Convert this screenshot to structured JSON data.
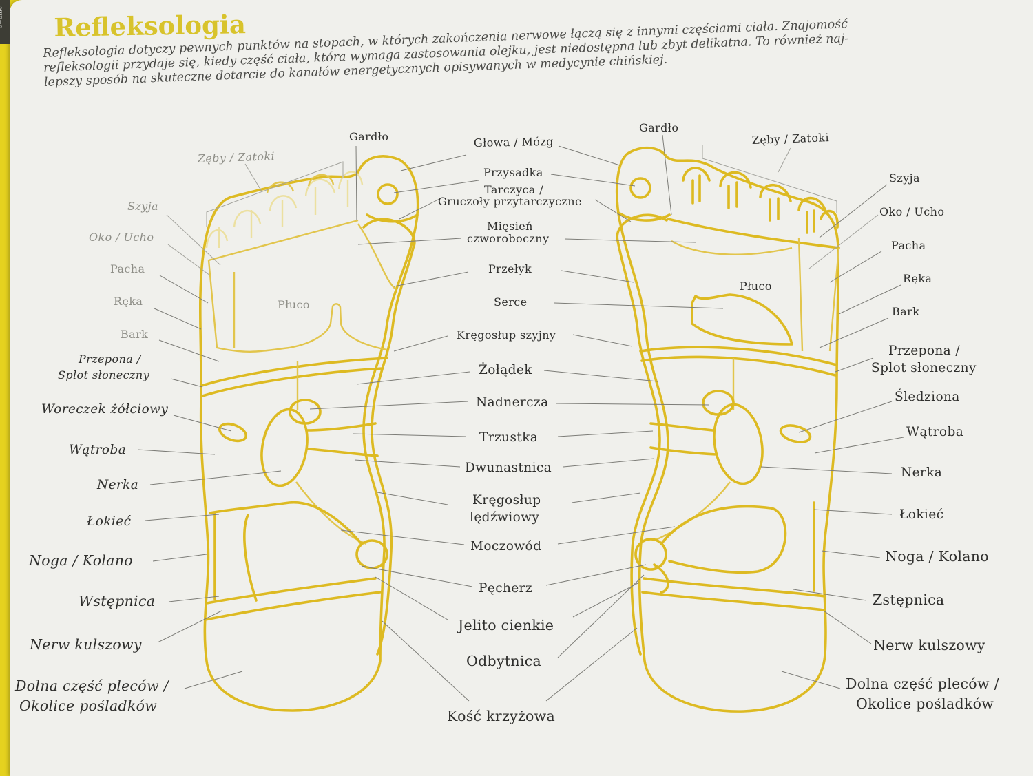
{
  "page": {
    "tab_label": "owanie",
    "title": "Refleksologia",
    "intro_lines": [
      "Refleksologia dotyczy pewnych punktów na stopach, w których zakończenia nerwowe łączą się z innymi częściami ciała. Znajomość",
      "refleksologii przydaje się, kiedy część ciała, która wymaga zastosowania olejku, jest niedostępna lub zbyt delikatna. To również naj-",
      "lepszy sposób na skuteczne dotarcie do kanałów energetycznych opisywanych w medycynie chińskiej."
    ]
  },
  "colors": {
    "foot_line": "#ddba22",
    "title": "#d8c32c",
    "band": "#e5d21f"
  },
  "left_foot": {
    "labels": {
      "zeby_zatoki": "Zęby / Zatoki",
      "gardlo": "Gardło",
      "szyja": "Szyja",
      "oko_ucho": "Oko / Ucho",
      "pacha": "Pacha",
      "reka": "Ręka",
      "bark": "Bark",
      "pluco": "Płuco",
      "przepona_1": "Przepona /",
      "przepona_2": "Splot słoneczny",
      "woreczek": "Woreczek żółciowy",
      "watroba": "Wątroba",
      "nerka": "Nerka",
      "lokiec": "Łokieć",
      "noga_kolano": "Noga / Kolano",
      "wstepnica": "Wstępnica",
      "nerw": "Nerw kulszowy",
      "dolna_1": "Dolna część pleców /",
      "dolna_2": "Okolice pośladków"
    }
  },
  "right_foot": {
    "labels": {
      "gardlo": "Gardło",
      "zeby_zatoki": "Zęby / Zatoki",
      "szyja": "Szyja",
      "oko_ucho": "Oko / Ucho",
      "pacha": "Pacha",
      "pluco": "Płuco",
      "reka": "Ręka",
      "bark": "Bark",
      "przepona_1": "Przepona /",
      "przepona_2": "Splot słoneczny",
      "sledziona": "Śledziona",
      "watroba": "Wątroba",
      "nerka": "Nerka",
      "lokiec": "Łokieć",
      "noga_kolano": "Noga / Kolano",
      "zstepnica": "Zstępnica",
      "nerw": "Nerw kulszowy",
      "dolna_1": "Dolna część pleców /",
      "dolna_2": "Okolice pośladków"
    }
  },
  "center": {
    "labels": {
      "glowa": "Głowa / Mózg",
      "przysadka": "Przysadka",
      "tarczyca_1": "Tarczyca /",
      "tarczyca_2": "Gruczoły przytarczyczne",
      "miesien_1": "Mięsień",
      "miesien_2": "czworoboczny",
      "przelyk": "Przełyk",
      "serce": "Serce",
      "kregoslup_szyjny": "Kręgosłup szyjny",
      "zoladek": "Żołądek",
      "nadnercza": "Nadnercza",
      "trzustka": "Trzustka",
      "dwunastnica": "Dwunastnica",
      "ledzwiowy_1": "Kręgosłup",
      "ledzwiowy_2": "lędźwiowy",
      "moczowod": "Moczowód",
      "pecherz": "Pęcherz",
      "jelito": "Jelito cienkie",
      "odbytnica": "Odbytnica",
      "kosc": "Kość krzyżowa"
    }
  }
}
